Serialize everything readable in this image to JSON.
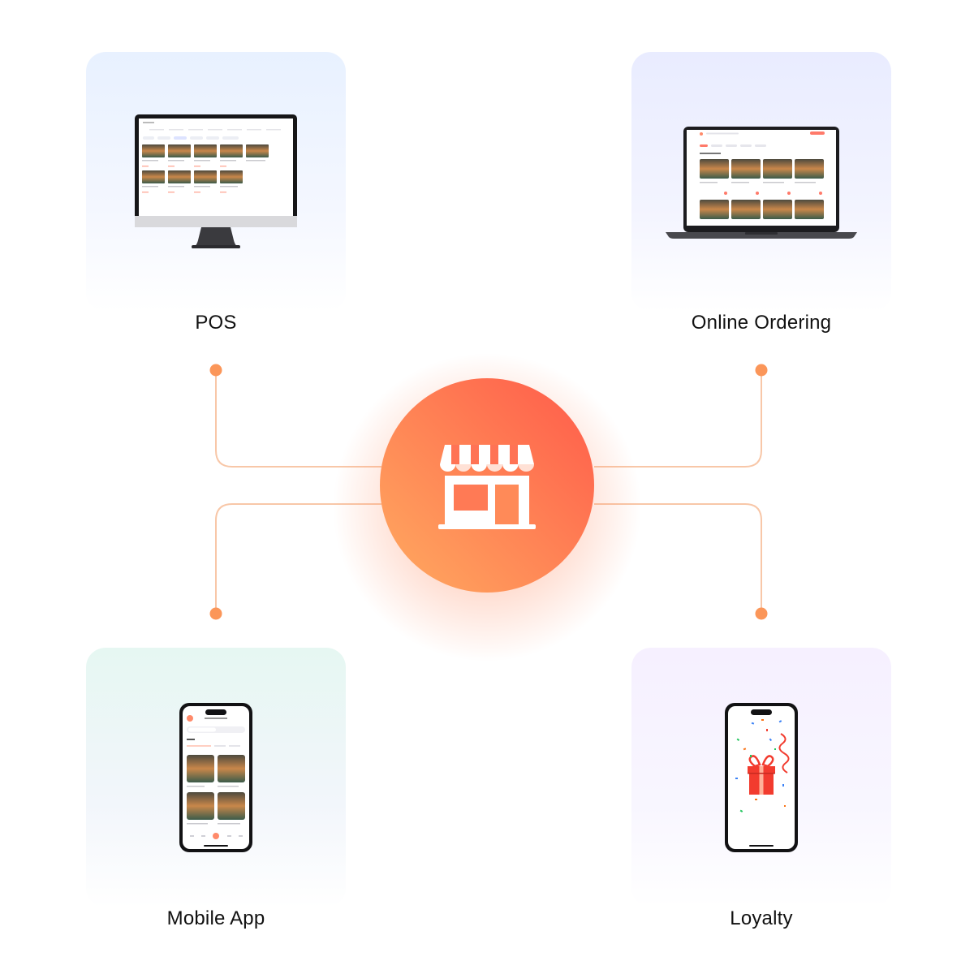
{
  "channels": {
    "pos": {
      "label": "POS",
      "icon": "desktop-monitor-icon"
    },
    "online": {
      "label": "Online Ordering",
      "icon": "laptop-icon"
    },
    "mobile": {
      "label": "Mobile App",
      "icon": "smartphone-icon"
    },
    "loyalty": {
      "label": "Loyalty",
      "icon": "gift-icon"
    }
  },
  "hub": {
    "icon": "storefront-icon"
  },
  "colors": {
    "accent_start": "#ff5a4a",
    "accent_end": "#ffa25d",
    "connector": "#f8c7a8",
    "dot": "#fb9659"
  }
}
